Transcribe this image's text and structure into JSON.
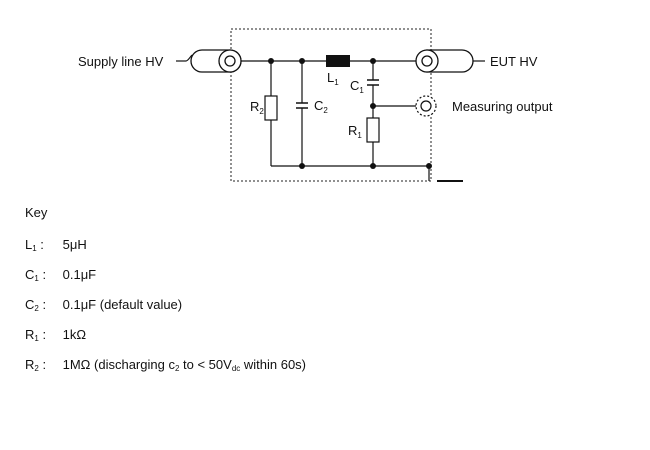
{
  "labels": {
    "supply": "Supply line HV",
    "eut": "EUT HV",
    "measuring": "Measuring output",
    "L1": {
      "base": "L",
      "sub": "1"
    },
    "C1": {
      "base": "C",
      "sub": "1"
    },
    "C2": {
      "base": "C",
      "sub": "2"
    },
    "R1": {
      "base": "R",
      "sub": "1"
    },
    "R2": {
      "base": "R",
      "sub": "2"
    }
  },
  "key": {
    "title": "Key",
    "rows": [
      {
        "sym": "L",
        "sub": "1",
        "value": "5μH"
      },
      {
        "sym": "C",
        "sub": "1",
        "value": "0.1μF"
      },
      {
        "sym": "C",
        "sub": "2",
        "value": "0.1μF (default value)"
      },
      {
        "sym": "R",
        "sub": "1",
        "value": "1kΩ"
      },
      {
        "sym": "R",
        "sub": "2",
        "value_pre": "1MΩ (discharging c",
        "value_sub1": "2",
        "value_mid": " to < 50V",
        "value_sub2": "dc",
        "value_post": " within 60s)"
      }
    ]
  }
}
